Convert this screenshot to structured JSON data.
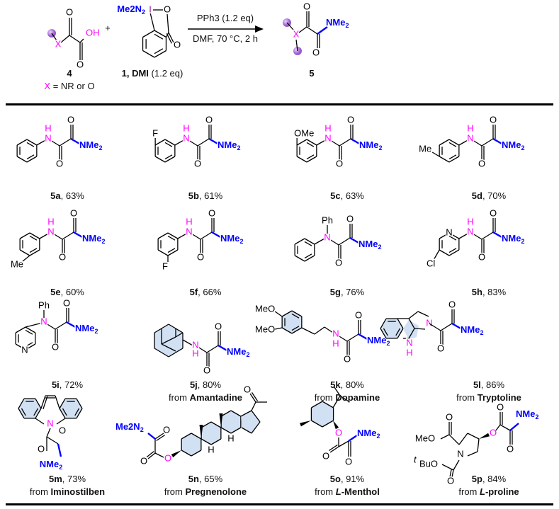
{
  "colors": {
    "hetero": "#ff00ff",
    "amine": "#0000ff",
    "iodine": "#9b1d9b",
    "ball": "#9b59d0",
    "ring_fill": "#c7d8f0"
  },
  "header": {
    "reactant_label": "4",
    "x_note_x": "X",
    "x_note_rest": " = NR or O",
    "plus": "+",
    "reagent_label_bold": "1, DMI",
    "reagent_label_rest": " (1.2 eq)",
    "conditions_top": "PPh3 (1.2 eq)",
    "conditions_bottom": "DMF, 70 °C, 2 h",
    "product_label": "5"
  },
  "atoms": {
    "O": "O",
    "OH": "OH",
    "X": "X",
    "N": "N",
    "H": "H",
    "NMe": "NMe",
    "Me2N": "Me2N",
    "I": "I",
    "F": "F",
    "OMe": "OMe",
    "MeO": "MeO",
    "Me": "Me",
    "Ph": "Ph",
    "Cl": "Cl",
    "sub2": "2",
    "tBuO": "BuO",
    "t": "t"
  },
  "compounds": [
    {
      "id": "5a",
      "yield": "63%"
    },
    {
      "id": "5b",
      "yield": "61%"
    },
    {
      "id": "5c",
      "yield": "63%"
    },
    {
      "id": "5d",
      "yield": "70%"
    },
    {
      "id": "5e",
      "yield": "60%"
    },
    {
      "id": "5f",
      "yield": "66%"
    },
    {
      "id": "5g",
      "yield": "76%"
    },
    {
      "id": "5h",
      "yield": "83%"
    },
    {
      "id": "5i",
      "yield": "72%"
    },
    {
      "id": "5j",
      "yield": "80%",
      "from": "from ",
      "source": "Amantadine"
    },
    {
      "id": "5k",
      "yield": "80%",
      "from": "from ",
      "source": "Dopamine"
    },
    {
      "id": "5l",
      "yield": "86%",
      "from": "from ",
      "source": "Tryptoline"
    },
    {
      "id": "5m",
      "yield": "73%",
      "from": "from ",
      "source": "Iminostilben"
    },
    {
      "id": "5n",
      "yield": "65%",
      "from": "from ",
      "source": "Pregnenolone"
    },
    {
      "id": "5o",
      "yield": "91%",
      "from": "from ",
      "source_italic": "L",
      "source": "-Menthol"
    },
    {
      "id": "5p",
      "yield": "84%",
      "from": "from ",
      "source_italic": "L",
      "source": "-proline"
    }
  ]
}
